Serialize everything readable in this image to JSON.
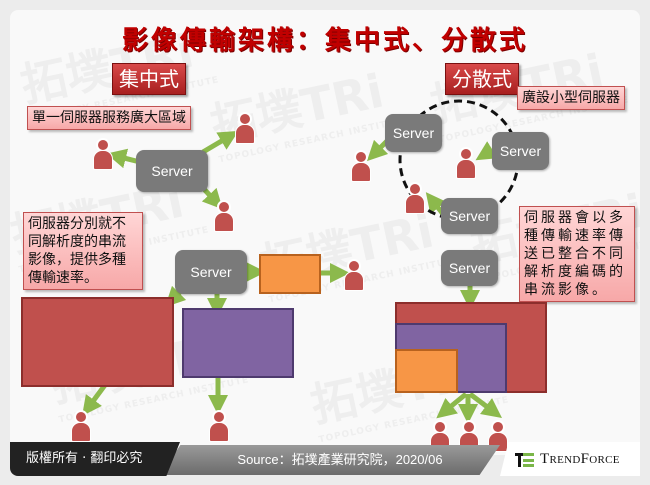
{
  "title": "影像傳輸架構：集中式、分散式",
  "sections": {
    "centralized": {
      "label": "集中式",
      "callout_top": "單一伺服器服務廣大區域",
      "callout_bottom": [
        "伺服器分別就不",
        "同解析度的串流",
        "影像，提供多種",
        "傳輸速率。"
      ],
      "server_top_label": "Server",
      "server_bottom_label": "Server",
      "stream_colors": {
        "large": "#c0504d",
        "medium": "#8064a2",
        "small": "#f79646"
      }
    },
    "distributed": {
      "label": "分散式",
      "callout_top": "廣設小型伺服器",
      "callout_bottom": [
        "伺服器會以多",
        "種傳輸速率傳",
        "送已整合不同",
        "解析度編碼的",
        "串流影像。"
      ],
      "server_labels": [
        "Server",
        "Server",
        "Server",
        "Server"
      ]
    }
  },
  "colors": {
    "title": "#c00000",
    "server": "#7a7a7a",
    "arrow": "#8cb94c",
    "person": "#c0504d",
    "callout_fill": "#f9b4b4",
    "tag_fill": "#b52a2a"
  },
  "footer": {
    "copyright": "版權所有 · 翻印必究",
    "source": "Source：拓墣產業研究院，2020/06",
    "brand": "TrendForce"
  },
  "watermark": {
    "text": "拓墣TRi",
    "subtext": "TOPOLOGY RESEARCH INSTITUTE"
  }
}
